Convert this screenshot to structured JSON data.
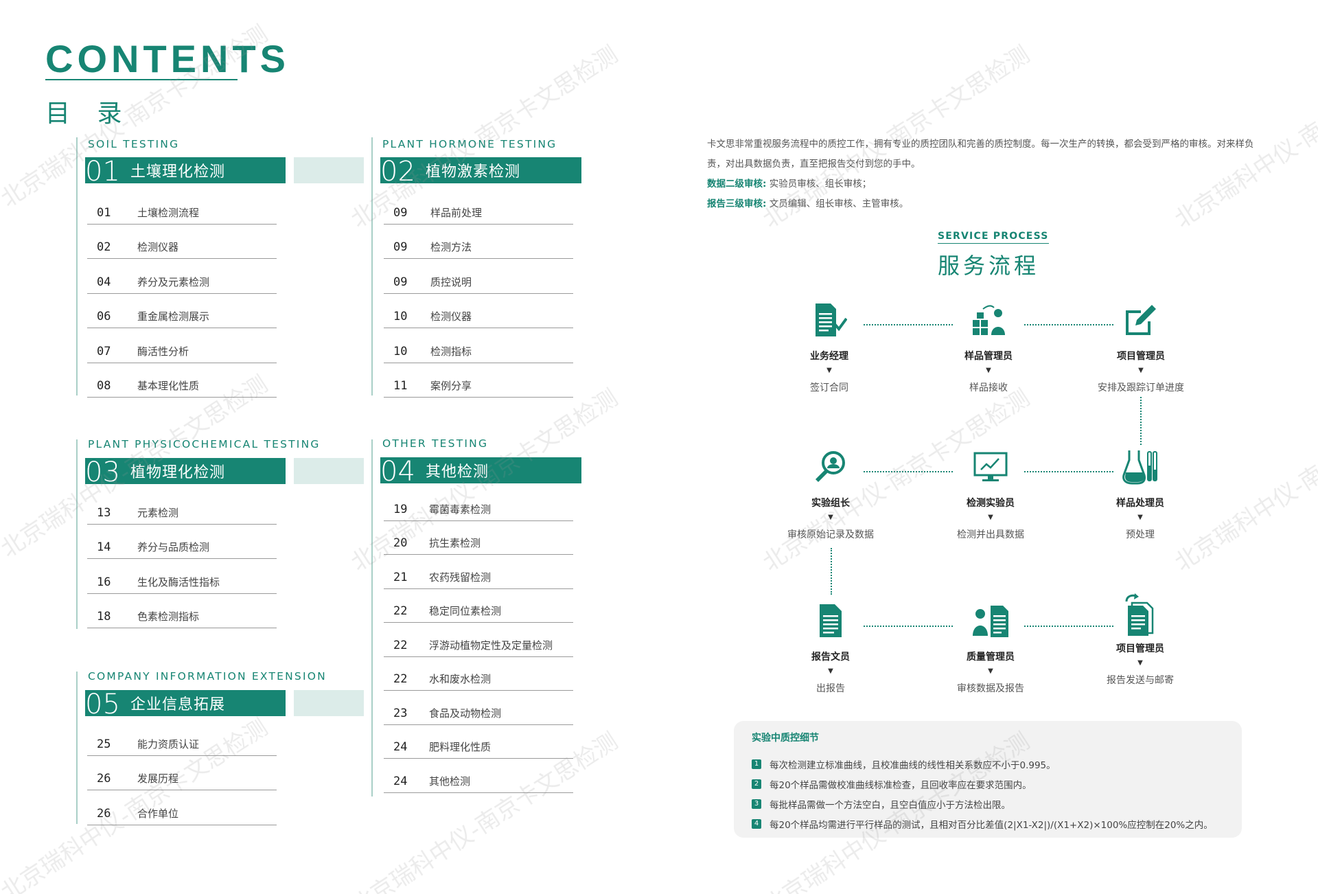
{
  "header": {
    "title_en": "CONTENTS",
    "title_zh": "目 录"
  },
  "sections": [
    {
      "en": "SOIL  TESTING",
      "num": "01",
      "zh": "土壤理化检测",
      "items": [
        {
          "p": "01",
          "t": "土壤检测流程"
        },
        {
          "p": "02",
          "t": "检测仪器"
        },
        {
          "p": "04",
          "t": "养分及元素检测"
        },
        {
          "p": "06",
          "t": "重金属检测展示"
        },
        {
          "p": "07",
          "t": "酶活性分析"
        },
        {
          "p": "08",
          "t": "基本理化性质"
        }
      ]
    },
    {
      "en": "PLANT HORMONE TESTING",
      "num": "02",
      "zh": "植物激素检测",
      "items": [
        {
          "p": "09",
          "t": "样品前处理"
        },
        {
          "p": "09",
          "t": "检测方法"
        },
        {
          "p": "09",
          "t": "质控说明"
        },
        {
          "p": "10",
          "t": "检测仪器"
        },
        {
          "p": "10",
          "t": "检测指标"
        },
        {
          "p": "11",
          "t": "案例分享"
        }
      ]
    },
    {
      "en": "PLANT PHYSICOCHEMICAL TESTING",
      "num": "03",
      "zh": "植物理化检测",
      "items": [
        {
          "p": "13",
          "t": "元素检测"
        },
        {
          "p": "14",
          "t": "养分与品质检测"
        },
        {
          "p": "16",
          "t": "生化及酶活性指标"
        },
        {
          "p": "18",
          "t": "色素检测指标"
        }
      ]
    },
    {
      "en": "OTHER TESTING",
      "num": "04",
      "zh": "其他检测",
      "items": [
        {
          "p": "19",
          "t": "霉菌毒素检测"
        },
        {
          "p": "20",
          "t": "抗生素检测"
        },
        {
          "p": "21",
          "t": "农药残留检测"
        },
        {
          "p": "22",
          "t": "稳定同位素检测"
        },
        {
          "p": "22",
          "t": "浮游动植物定性及定量检测"
        },
        {
          "p": "22",
          "t": "水和废水检测"
        },
        {
          "p": "23",
          "t": "食品及动物检测"
        },
        {
          "p": "24",
          "t": "肥料理化性质"
        },
        {
          "p": "24",
          "t": "其他检测"
        }
      ]
    },
    {
      "en": "COMPANY INFORMATION EXTENSION",
      "num": "05",
      "zh": "企业信息拓展",
      "items": [
        {
          "p": "25",
          "t": "能力资质认证"
        },
        {
          "p": "26",
          "t": "发展历程"
        },
        {
          "p": "26",
          "t": "合作单位"
        }
      ]
    }
  ],
  "intro": {
    "text": "卡文思非常重视服务流程中的质控工作，拥有专业的质控团队和完善的质控制度。每一次生产的转换，都会受到严格的审核。对来样负责，对出具数据负责，直至把报告交付到您的手中。",
    "line2_label": "数据二级审核:",
    "line2_text": " 实验员审核、组长审核；",
    "line3_label": "报告三级审核:",
    "line3_text": " 文员编辑、组长审核、主管审核。"
  },
  "service": {
    "title_en": "SERVICE PROCESS",
    "title_zh": "服务流程",
    "arrow": "▼",
    "nodes": [
      {
        "icon": "document-check-icon",
        "role": "业务经理",
        "task": "签订合同"
      },
      {
        "icon": "sample-person-icon",
        "role": "样品管理员",
        "task": "样品接收"
      },
      {
        "icon": "pen-edit-icon",
        "role": "项目管理员",
        "task": "安排及跟踪订单进度"
      },
      {
        "icon": "magnifier-person-icon",
        "role": "实验组长",
        "task": "审核原始记录及数据"
      },
      {
        "icon": "monitor-chart-icon",
        "role": "检测实验员",
        "task": "检测并出具数据"
      },
      {
        "icon": "flask-icon",
        "role": "样品处理员",
        "task": "预处理"
      },
      {
        "icon": "report-document-icon",
        "role": "报告文员",
        "task": "出报告"
      },
      {
        "icon": "person-document-icon",
        "role": "质量管理员",
        "task": "审核数据及报告"
      },
      {
        "icon": "send-document-icon",
        "role": "项目管理员",
        "task": "报告发送与邮寄"
      }
    ]
  },
  "qc": {
    "title": "实验中质控细节",
    "items": [
      {
        "n": "1",
        "t": "每次检测建立标准曲线，且校准曲线的线性相关系数应不小于0.995。"
      },
      {
        "n": "2",
        "t": "每20个样品需做校准曲线标准检查，且回收率应在要求范围内。"
      },
      {
        "n": "3",
        "t": "每批样品需做一个方法空白，且空白值应小于方法检出限。"
      },
      {
        "n": "4",
        "t": "每20个样品均需进行平行样品的测试，且相对百分比差值(2|X1-X2|)/(X1+X2)×100%应控制在20%之内。"
      }
    ]
  },
  "watermark": "北京瑞科中仪-南京卡文思检测",
  "colors": {
    "accent": "#178573",
    "light": "#dcece9"
  }
}
